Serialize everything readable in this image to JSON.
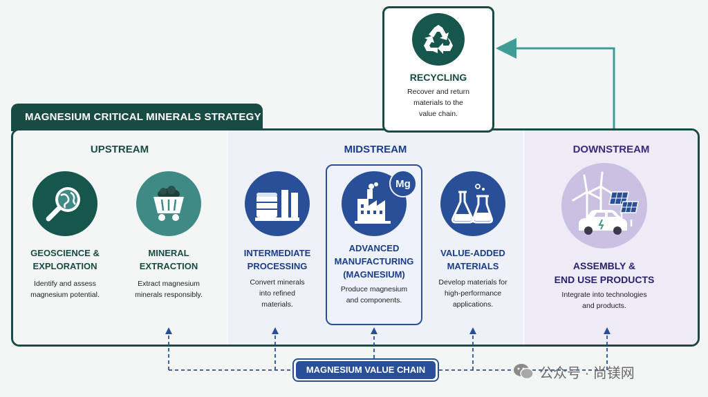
{
  "strategy_title": "MAGNESIUM CRITICAL MINERALS STRATEGY",
  "stages": {
    "upstream": "UPSTREAM",
    "midstream": "MIDSTREAM",
    "downstream": "DOWNSTREAM"
  },
  "steps": {
    "geoscience": {
      "title_lines": [
        "GEOSCIENCE &",
        "EXPLORATION"
      ],
      "desc_lines": [
        "Identify and assess",
        "magnesium potential."
      ],
      "icon": "magnifier-globe-icon"
    },
    "extraction": {
      "title_lines": [
        "MINERAL",
        "EXTRACTION"
      ],
      "desc_lines": [
        "Extract magnesium",
        "minerals responsibly."
      ],
      "icon": "mine-cart-icon"
    },
    "processing": {
      "title_lines": [
        "INTERMEDIATE",
        "PROCESSING"
      ],
      "desc_lines": [
        "Convert minerals",
        "into refined",
        "materials."
      ],
      "icon": "refinery-icon"
    },
    "manufacturing": {
      "title_lines": [
        "ADVANCED",
        "MANUFACTURING",
        "(MAGNESIUM)"
      ],
      "desc_lines": [
        "Produce magnesium",
        "and components."
      ],
      "icon": "factory-icon",
      "badge": "Mg"
    },
    "materials": {
      "title_lines": [
        "VALUE-ADDED",
        "MATERIALS"
      ],
      "desc_lines": [
        "Develop materials for",
        "high-performance",
        "applications."
      ],
      "icon": "flask-icon"
    },
    "assembly": {
      "title_lines": [
        "ASSEMBLY &",
        "END USE PRODUCTS"
      ],
      "desc_lines": [
        "Integrate into technologies",
        "and products."
      ],
      "icon": "wind-solar-car-icon"
    }
  },
  "recycling": {
    "title": "RECYCLING",
    "desc_lines": [
      "Recover and return",
      "materials to the",
      "value chain."
    ],
    "icon": "recycle-icon"
  },
  "value_chain_label": "MAGNESIUM VALUE CHAIN",
  "watermark": "公众号 · 尚镁网",
  "colors": {
    "dark_green": "#174b43",
    "teal": "#3f8a84",
    "navy": "#294f98",
    "purple": "#3a2a7a",
    "arrow_teal": "#3f9c94"
  }
}
